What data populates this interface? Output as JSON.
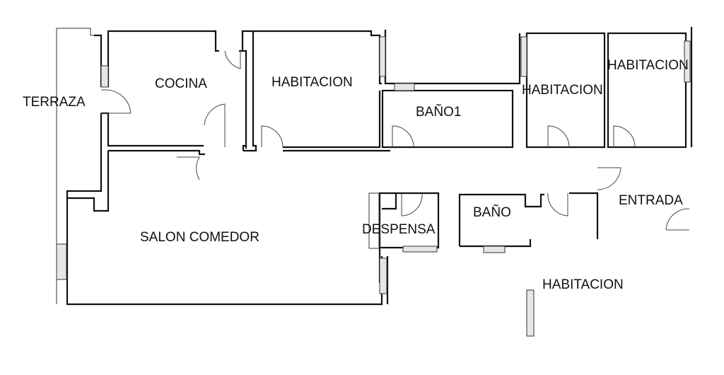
{
  "title": "Floor plan",
  "rooms": {
    "terraza": "TERRAZA",
    "cocina": "COCINA",
    "habitacion_1": "HABITACION",
    "bano_1": "BAÑO1",
    "habitacion_2": "HABITACION",
    "habitacion_3": "HABITACION",
    "entrada": "ENTRADA",
    "salon_comedor": "SALON COMEDOR",
    "despensa": "DESPENSA",
    "bano": "BAÑO",
    "habitacion_4": "HABITACION"
  },
  "colors": {
    "wall": "#111111",
    "window_fill": "#e6e6e6",
    "background": "#ffffff"
  }
}
